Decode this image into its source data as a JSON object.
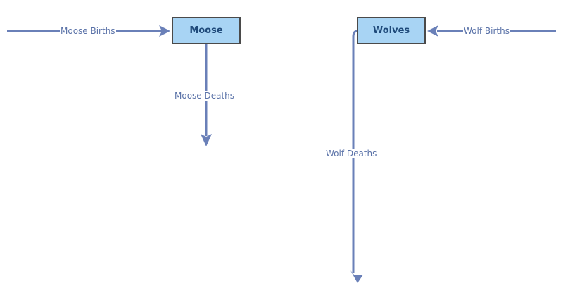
{
  "stocks": {
    "moose": "Moose",
    "wolves": "Wolves"
  },
  "flows": {
    "moose_births": "Moose Births",
    "moose_deaths": "Moose Deaths",
    "wolf_births": "Wolf Births",
    "wolf_deaths": "Wolf Deaths"
  },
  "colors": {
    "stock_fill": "#a8d4f4",
    "stock_border": "#4a4a4a",
    "stock_text": "#1f4a7a",
    "flow_line": "#6a80b8",
    "flow_text": "#5a72a8"
  }
}
